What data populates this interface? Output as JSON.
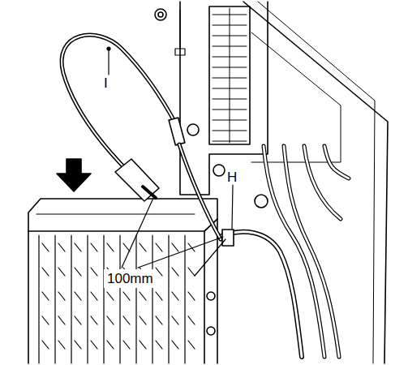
{
  "diagram": {
    "labels": [
      "I",
      "H",
      "100mm"
    ]
  }
}
